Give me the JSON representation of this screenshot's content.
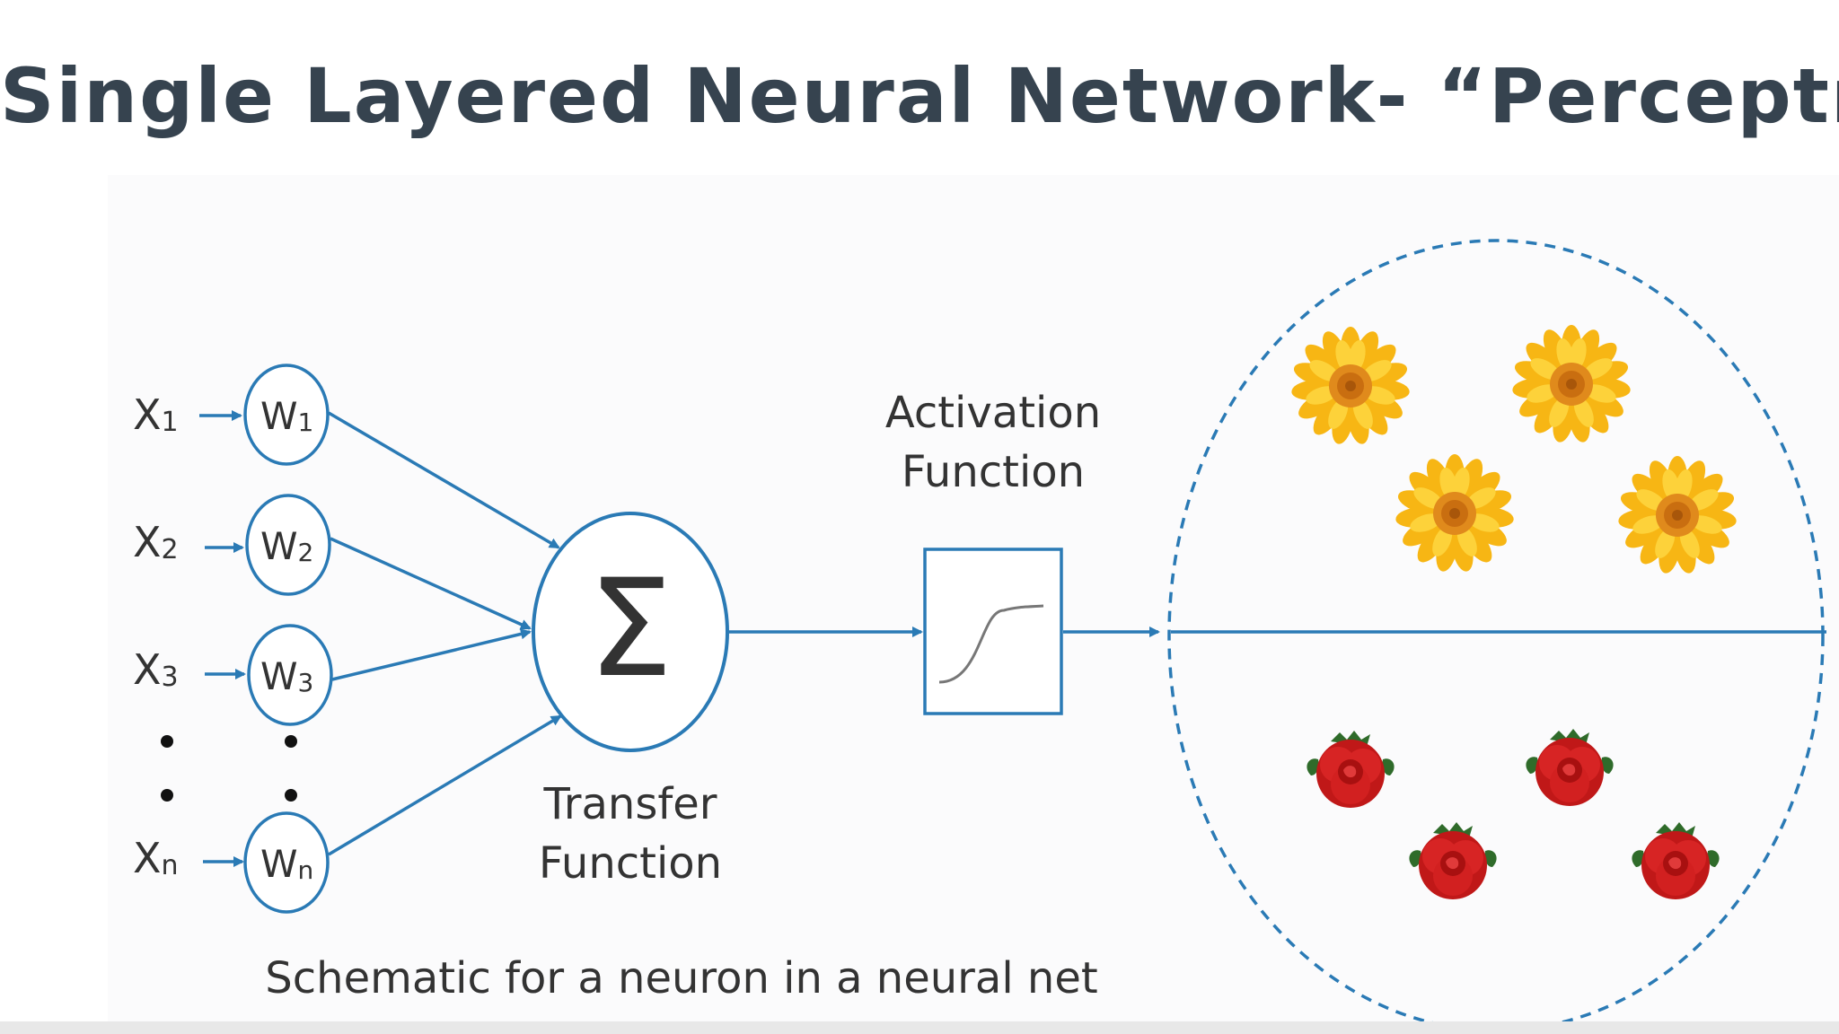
{
  "title": "Single Layered Neural Network- “Perceptron”",
  "inputs": [
    {
      "label": "X",
      "sub": "1"
    },
    {
      "label": "X",
      "sub": "2"
    },
    {
      "label": "X",
      "sub": "3"
    },
    {
      "label": "X",
      "sub": "n"
    }
  ],
  "weights": [
    {
      "label": "W",
      "sub": "1"
    },
    {
      "label": "W",
      "sub": "2"
    },
    {
      "label": "W",
      "sub": "3"
    },
    {
      "label": "W",
      "sub": "n"
    }
  ],
  "summation_symbol": "Σ",
  "transfer_label": [
    "Transfer",
    "Function"
  ],
  "activation_label": [
    "Activation",
    "Function"
  ],
  "caption": "Schematic for a neuron in a neural net",
  "colors": {
    "title": "#36434f",
    "accent": "#2a7ab5",
    "text": "#333333"
  },
  "icons": {
    "upper_class": "sunflower-icon",
    "lower_class": "rose-icon"
  }
}
